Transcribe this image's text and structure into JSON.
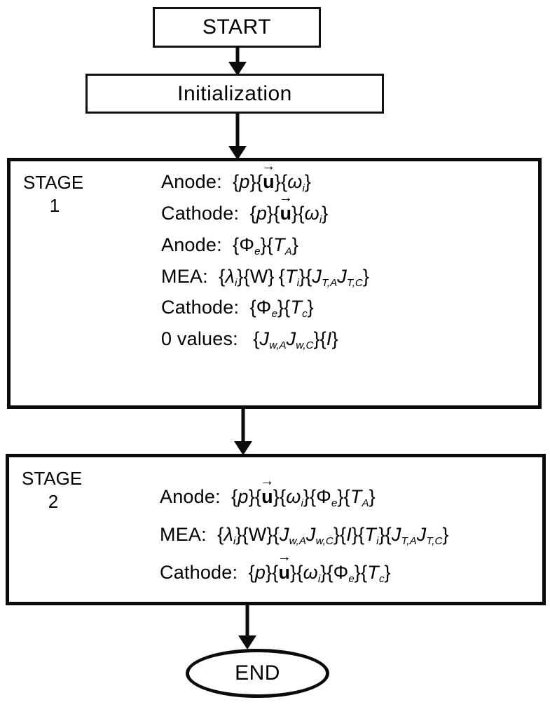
{
  "diagram": {
    "title": "Two-stage solution procedure flowchart",
    "colors": {
      "stroke": "#0b0b0b",
      "fill": "#ffffff",
      "text": "#000000"
    },
    "nodes": {
      "start": {
        "label": "START",
        "shape": "rectangle"
      },
      "initialization": {
        "label": "Initialization",
        "shape": "rectangle"
      },
      "end": {
        "label": "END",
        "shape": "ellipse"
      }
    },
    "stage1": {
      "tag_word": "STAGE",
      "tag_number": "1",
      "lines": [
        {
          "label": "Anode:",
          "expression": "{p}{u⃗}{ωi}"
        },
        {
          "label": "Cathode:",
          "expression": "{p}{u⃗}{ωi}"
        },
        {
          "label": "Anode:",
          "expression": "{Φe}{TA}"
        },
        {
          "label": "MEA:",
          "expression": "{λi}{W} {Ti}{JT,A JT,C}"
        },
        {
          "label": "Cathode:",
          "expression": "{Φe}{Tc}"
        },
        {
          "label": "0 values:",
          "expression": "{Jw,A Jw,C}{I}"
        }
      ]
    },
    "stage2": {
      "tag_word": "STAGE",
      "tag_number": "2",
      "lines": [
        {
          "label": "Anode:",
          "expression": "{p}{u⃗}{ωi}{Φe}{TA}"
        },
        {
          "label": "MEA:",
          "expression": "{λi}{W}{Jw,A Jw,C}{I}{Ti}{JT,A JT,C}"
        },
        {
          "label": "Cathode:",
          "expression": "{p}{u⃗}{ωi}{Φe}{Tc}"
        }
      ]
    },
    "symbols": {
      "p": "p",
      "u": "u",
      "omega": "ω",
      "phi": "Φ",
      "lambda": "λ",
      "W": "W",
      "T": "T",
      "J": "J",
      "I": "I",
      "vector_arrow": "→",
      "zero": "0"
    },
    "edges": [
      {
        "from": "START",
        "to": "Initialization"
      },
      {
        "from": "Initialization",
        "to": "STAGE 1"
      },
      {
        "from": "STAGE 1",
        "to": "STAGE 2"
      },
      {
        "from": "STAGE 2",
        "to": "END"
      }
    ]
  }
}
